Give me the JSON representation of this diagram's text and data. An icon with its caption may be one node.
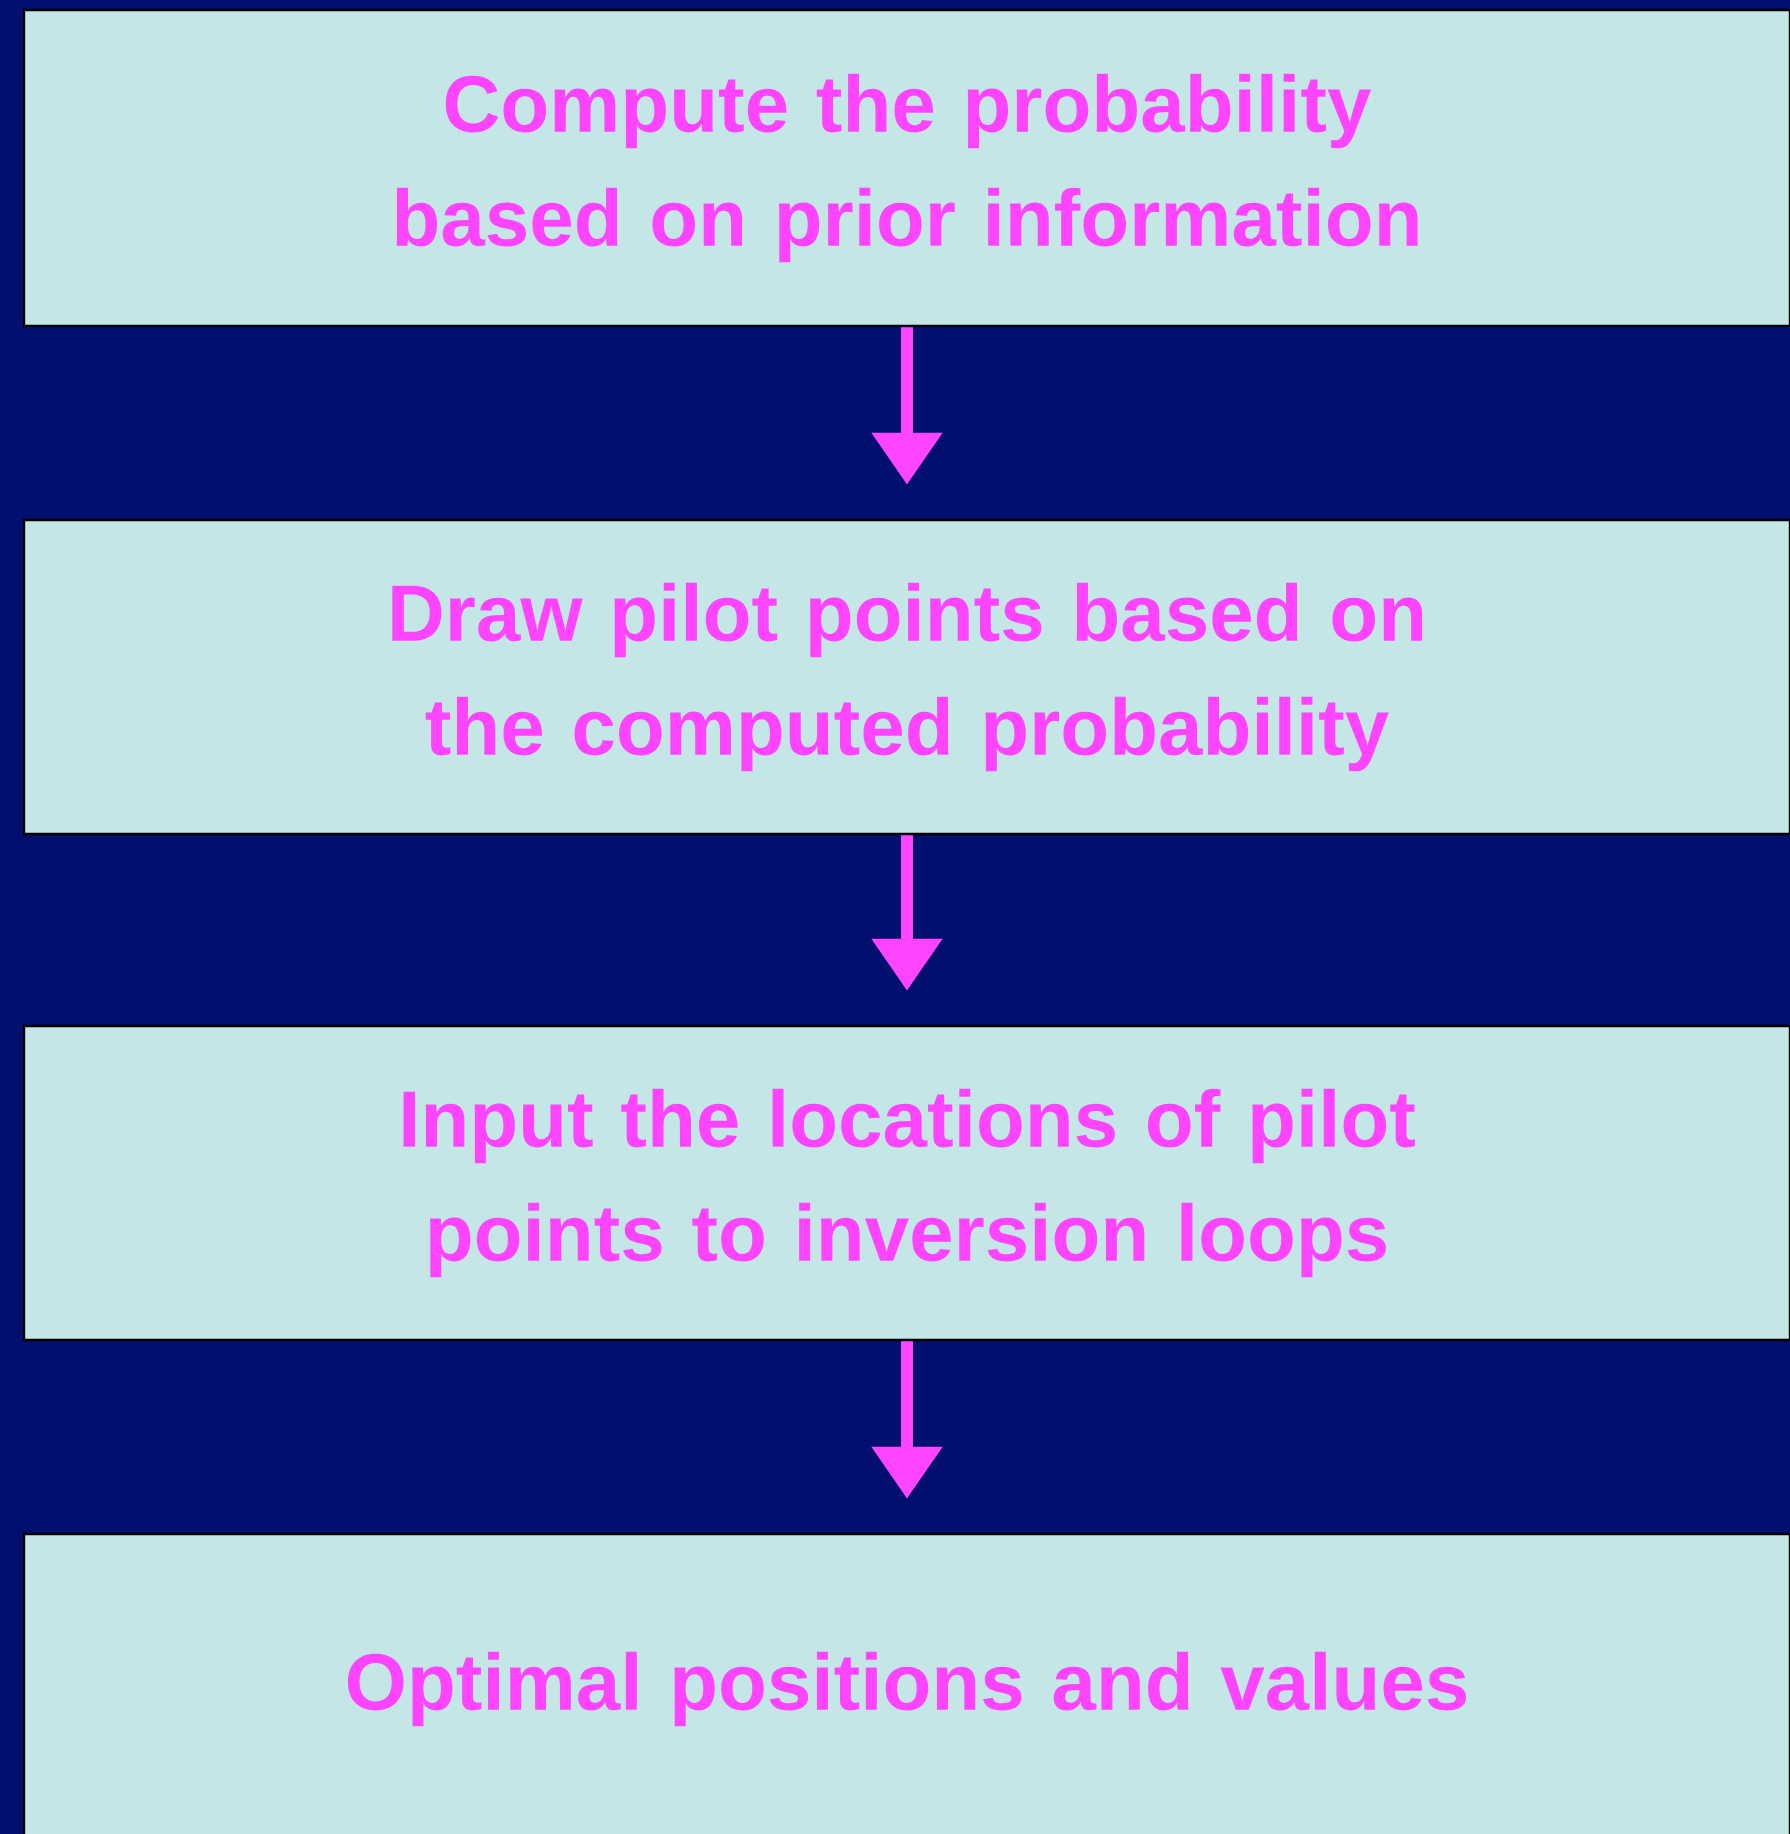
{
  "diagram": {
    "nodes": [
      {
        "text": [
          "Compute the probability based on prior information"
        ]
      },
      {
        "text": [
          "Draw pilot points based on the computed probability"
        ]
      },
      {
        "text": [
          "Input the locations of pilot points to inversion loops"
        ]
      },
      {
        "text": [
          "Optimal positions and values"
        ]
      }
    ],
    "edges": [
      {
        "from": 0,
        "to": 1,
        "arrow": "to"
      },
      {
        "from": 1,
        "to": 2,
        "arrow": "to"
      },
      {
        "from": 2,
        "to": 3,
        "arrow": "to"
      }
    ]
  }
}
